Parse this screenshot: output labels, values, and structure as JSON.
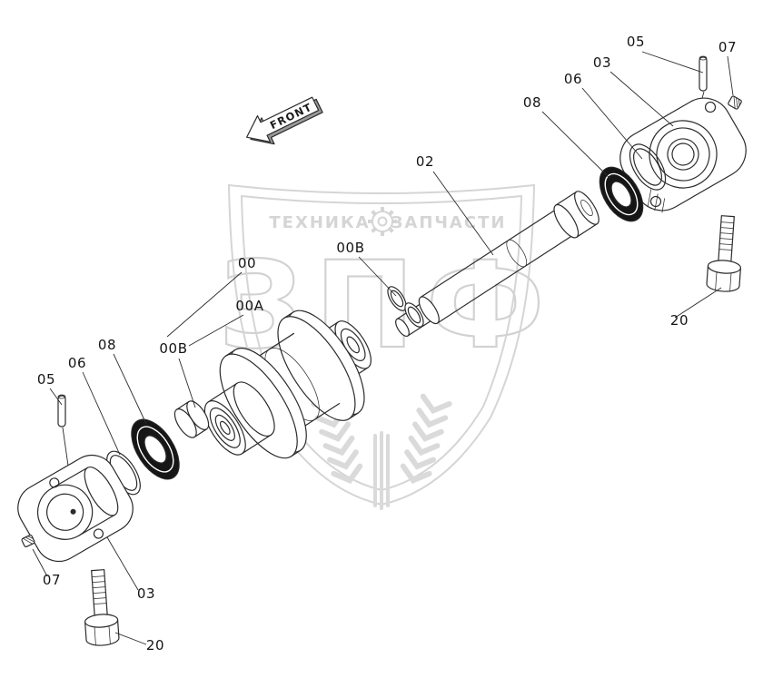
{
  "ink_color": "#2b2b2b",
  "watermark_color": "#cbcbcb",
  "front_label": "FRONT",
  "watermark": {
    "left_text": "ТЕХНИКА",
    "right_text": "ЗАПЧАСТИ",
    "big_text": "ЗПФ"
  },
  "callouts": [
    {
      "id": "05-top-right",
      "text": "05"
    },
    {
      "id": "07-top-right",
      "text": "07"
    },
    {
      "id": "03-top-right",
      "text": "03"
    },
    {
      "id": "06-top-right",
      "text": "06"
    },
    {
      "id": "08-top-right",
      "text": "08"
    },
    {
      "id": "02-shaft",
      "text": "02"
    },
    {
      "id": "00B-upper",
      "text": "00B"
    },
    {
      "id": "00-assembly",
      "text": "00"
    },
    {
      "id": "00A-assembly",
      "text": "00A"
    },
    {
      "id": "00B-lower",
      "text": "00B"
    },
    {
      "id": "08-bottom-left",
      "text": "08"
    },
    {
      "id": "06-bottom-left",
      "text": "06"
    },
    {
      "id": "05-bottom-left",
      "text": "05"
    },
    {
      "id": "07-bottom-left",
      "text": "07"
    },
    {
      "id": "03-bottom-left",
      "text": "03"
    },
    {
      "id": "20-bottom",
      "text": "20"
    },
    {
      "id": "20-right",
      "text": "20"
    }
  ]
}
